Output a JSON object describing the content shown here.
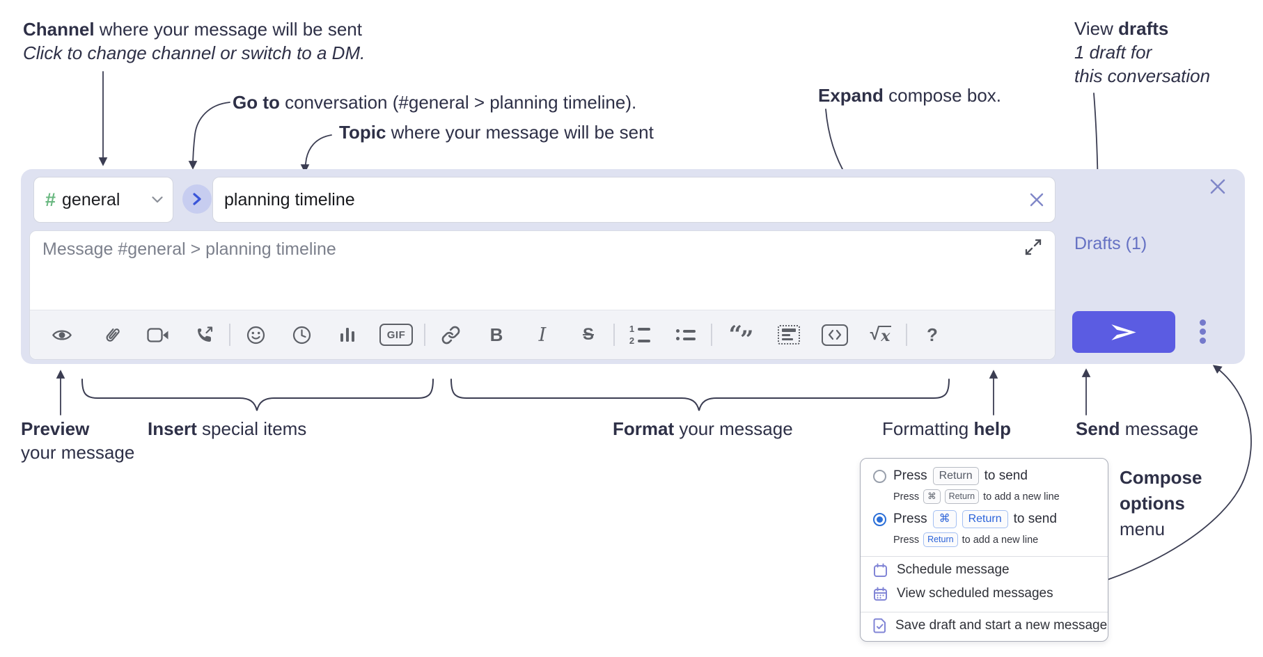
{
  "colors": {
    "panel_bg": "#dfe2f1",
    "send_button": "#5b5ce2",
    "drafts_link": "#6571c3",
    "hash_green": "#68b77f",
    "jump_chevron_blue": "#3a55d9",
    "selected_radio_blue": "#2b6fd8",
    "key_blue": "#2b63d9",
    "menu_icon_purple": "#8185d6",
    "annotation_ink": "#2e3047",
    "toolbar_icon": "#5d6067"
  },
  "annotations": {
    "channel": {
      "bold": "Channel",
      "text": " where your message will be sent",
      "italic": "Click to change channel or switch to a DM."
    },
    "go_to": {
      "bold": "Go to",
      "text": " conversation (#general > planning timeline)."
    },
    "topic": {
      "bold": "Topic",
      "text": " where your message will be sent"
    },
    "expand": {
      "bold": "Expand",
      "text": " compose box."
    },
    "view_drafts": {
      "pre": "View ",
      "bold": "drafts",
      "line2": "1 draft for",
      "line3": "this conversation"
    },
    "preview": {
      "bold": "Preview",
      "line2": "your message"
    },
    "insert": {
      "bold": "Insert",
      "text": " special items"
    },
    "format": {
      "bold": "Format",
      "text": " your message"
    },
    "formatting_help": {
      "pre": "Formatting ",
      "bold": "help"
    },
    "send": {
      "bold": "Send",
      "text": " message"
    },
    "compose_options": {
      "line1": "Compose",
      "line2": "options",
      "line3": "menu"
    }
  },
  "composer": {
    "channel_selector": {
      "hash": "#",
      "name": "general"
    },
    "topic_input": {
      "value": "planning timeline"
    },
    "message_input": {
      "placeholder": "Message #general > planning timeline"
    },
    "drafts_link": "Drafts (1)",
    "toolbar": {
      "gif": "GIF",
      "bold": "B",
      "italic": "I",
      "strikethrough": "S",
      "ol1": "1",
      "ol2": "2",
      "quote_open": "“",
      "quote_close": "”",
      "sqrt": "√",
      "sqrt_x": "x",
      "help": "?",
      "icons": [
        "preview",
        "attach",
        "video",
        "audio-call",
        "emoji",
        "recent",
        "poll",
        "gif",
        "link",
        "bold",
        "italic",
        "strikethrough",
        "ordered-list",
        "bulleted-list",
        "blockquote",
        "code-block",
        "inline-code",
        "formula",
        "help"
      ]
    }
  },
  "options_menu": {
    "option_return": {
      "press": "Press",
      "key": "Return",
      "suffix": "to send",
      "sub_press": "Press",
      "sub_key1": "⌘",
      "sub_key2": "Return",
      "sub_suffix": "to add a new line",
      "selected": false
    },
    "option_cmd_return": {
      "press": "Press",
      "key1": "⌘",
      "key2": "Return",
      "suffix": "to send",
      "sub_press": "Press",
      "sub_key": "Return",
      "sub_suffix": "to add a new line",
      "selected": true
    },
    "items": [
      {
        "label": "Schedule message"
      },
      {
        "label": "View scheduled messages"
      },
      {
        "label": "Save draft and start a new message"
      }
    ]
  }
}
